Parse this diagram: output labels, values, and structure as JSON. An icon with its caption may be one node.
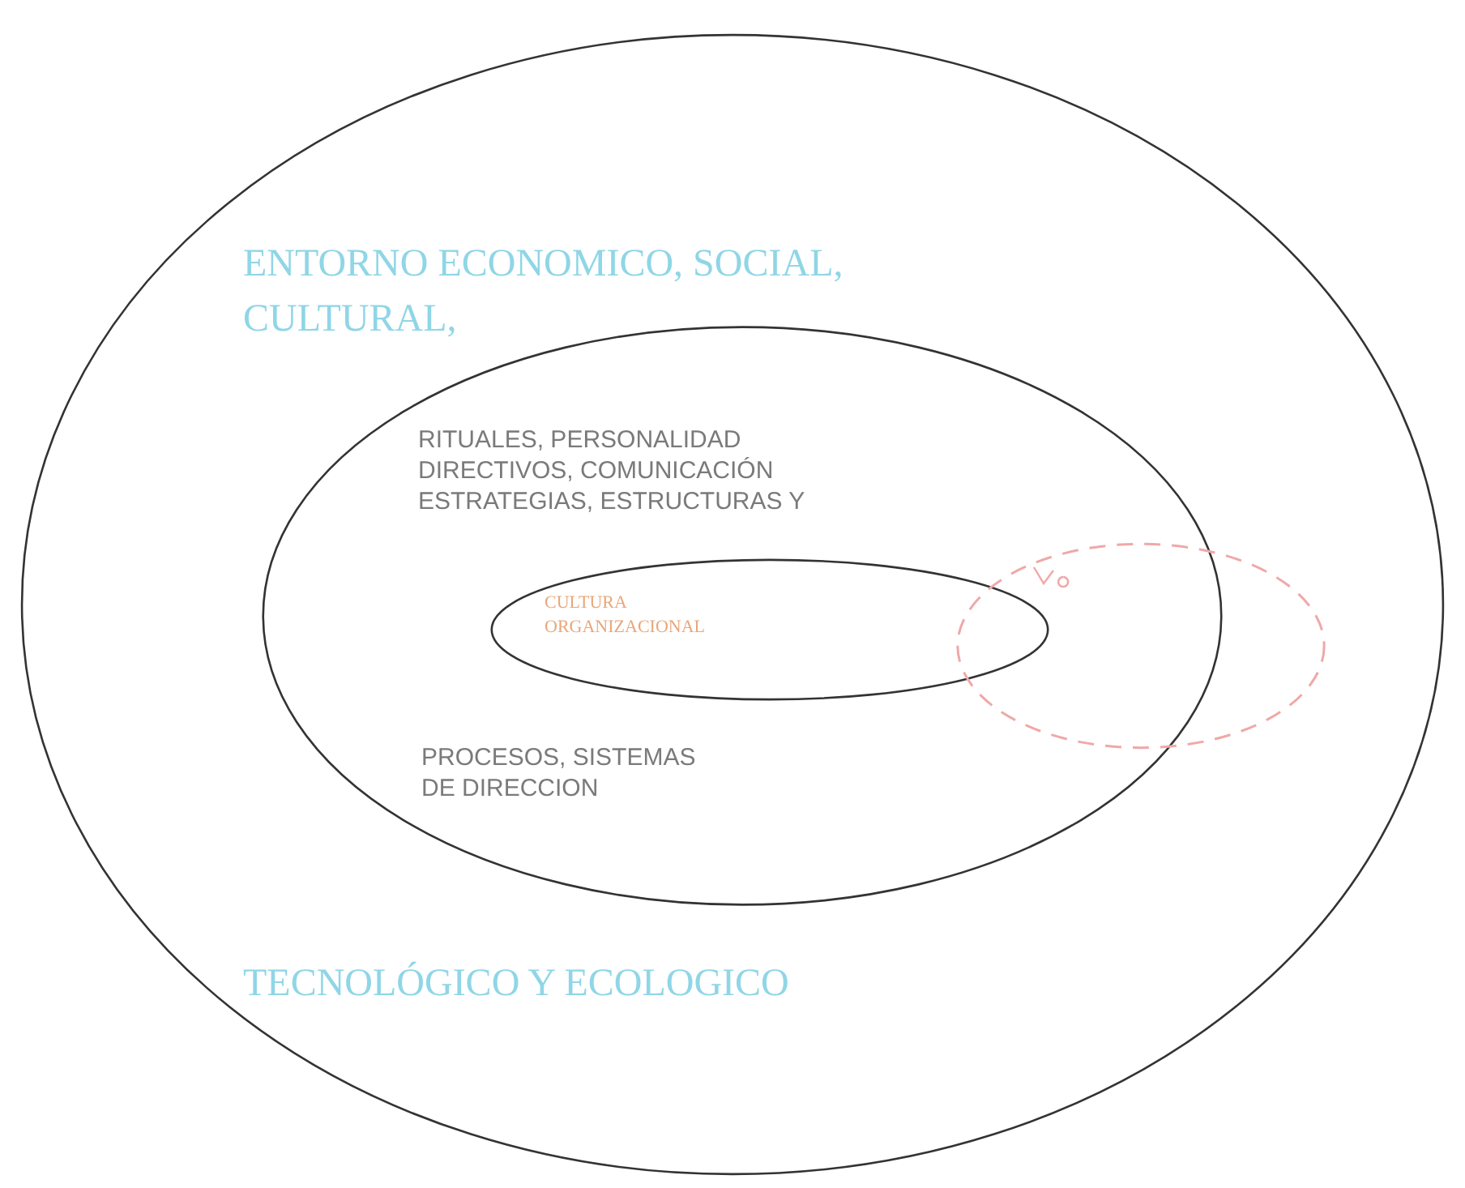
{
  "diagram": {
    "nodes": [
      {
        "text": [
          "ENTORNO ECONOMICO, SOCIAL, CULTURAL,",
          "TECNOLÓGICO Y ECOLOGICO"
        ]
      },
      {
        "text": [
          "RITUALES, PERSONALIDAD DIRECTIVOS, COMUNICACIÓN ESTRATEGIAS, ESTRUCTURAS Y",
          "PROCESOS, SISTEMAS DE DIRECCION"
        ],
        "in": 0
      },
      {
        "text": [
          "CULTURA ORGANIZACIONAL"
        ],
        "in": 1
      },
      {
        "text": [],
        "shape": "ellipse",
        "in": 0
      }
    ]
  }
}
